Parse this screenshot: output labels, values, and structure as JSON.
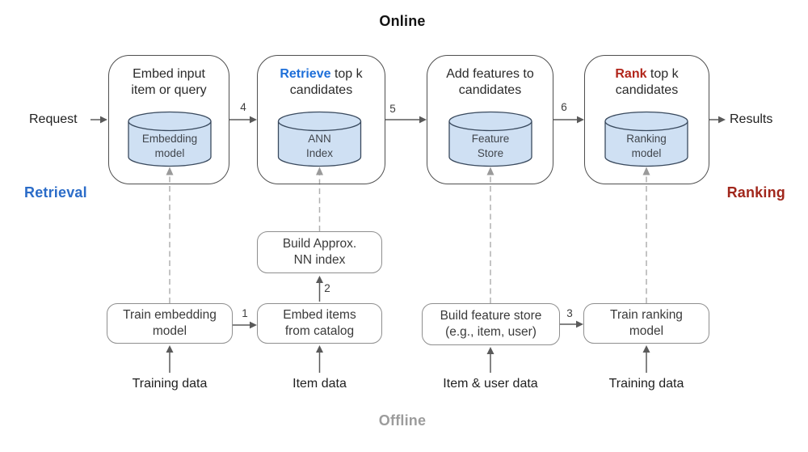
{
  "axes": {
    "online": "Online",
    "offline": "Offline",
    "retrieval": "Retrieval",
    "ranking": "Ranking"
  },
  "io": {
    "request": "Request",
    "results": "Results"
  },
  "top_boxes": [
    {
      "line1_highlight": "",
      "line1_rest": "Embed input",
      "line2": "item or query",
      "db_line1": "Embedding",
      "db_line2": "model"
    },
    {
      "line1_highlight": "Retrieve",
      "line1_rest": " top k",
      "line2": "candidates",
      "db_line1": "ANN",
      "db_line2": "Index"
    },
    {
      "line1_highlight": "",
      "line1_rest": "Add features to",
      "line2": "candidates",
      "db_line1": "Feature",
      "db_line2": "Store"
    },
    {
      "line1_highlight": "Rank",
      "line1_rest": " top k",
      "line2": "candidates",
      "db_line1": "Ranking",
      "db_line2": "model"
    }
  ],
  "bottom_boxes": [
    {
      "line1": "Build Approx.",
      "line2": "NN index"
    },
    {
      "line1": "Train embedding",
      "line2": "model"
    },
    {
      "line1": "Embed items",
      "line2": "from catalog"
    },
    {
      "line1": "Build feature store",
      "line2": "(e.g., item, user)"
    },
    {
      "line1": "Train ranking",
      "line2": "model"
    }
  ],
  "data_labels": {
    "training_left": "Training data",
    "item": "Item data",
    "item_user": "Item & user data",
    "training_right": "Training data"
  },
  "steps": {
    "s1": "1",
    "s2": "2",
    "s3": "3",
    "s4": "4",
    "s5": "5",
    "s6": "6"
  },
  "colors": {
    "retrieve_highlight": "#1e6fd9",
    "rank_highlight": "#b2251a",
    "retrieval_label": "#2b6cc8",
    "ranking_label": "#a1271c",
    "divider_blue": "#2d6cc9",
    "divider_gray": "#8a8f96",
    "divider_red": "#9e241a",
    "online_line_top": "#0d0d0d",
    "online_line_bottom": "#e6e6e6",
    "cylinder_fill": "#cfe0f3",
    "cylinder_stroke": "#3a4a5e",
    "offline_label": "#9c9c9c"
  }
}
